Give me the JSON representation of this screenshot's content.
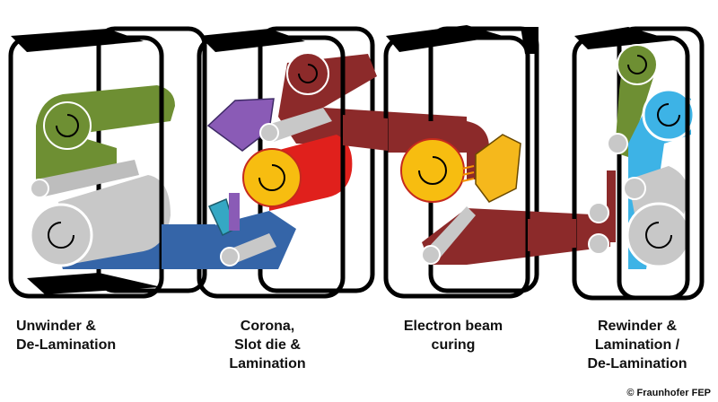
{
  "stations": [
    {
      "id": "unwinder",
      "lines": [
        "Unwinder &",
        "De-Lamination"
      ]
    },
    {
      "id": "coating",
      "lines": [
        "Corona,",
        "Slot die &",
        "Lamination"
      ]
    },
    {
      "id": "curing",
      "lines": [
        "Electron beam",
        "curing"
      ]
    },
    {
      "id": "rewinder",
      "lines": [
        "Rewinder &",
        "Lamination /",
        "De-Lamination"
      ]
    }
  ],
  "credit": "© Fraunhofer FEP",
  "colors": {
    "frame": "#000000",
    "steel_roll": "#c8c8c8",
    "green_web": "#6e8f33",
    "blue_web": "#3565a8",
    "dark_red_web": "#8c2a2a",
    "red_roll": "#e0201c",
    "yellow_roll": "#f7bd10",
    "light_blue_roll": "#3db3e6",
    "purple_device": "#8a5bb6",
    "teal_device": "#35a8c4",
    "yellow_device": "#f5b81c"
  }
}
